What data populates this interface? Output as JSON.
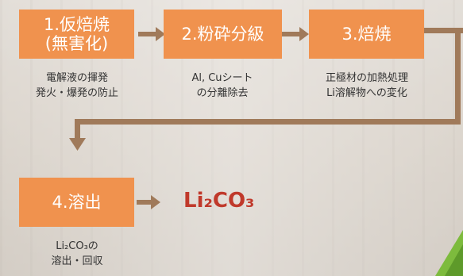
{
  "steps": [
    {
      "line1": "1.仮焙焼",
      "line2": "(無害化)",
      "caption": [
        "電解液の揮発",
        "発火・爆発の防止"
      ]
    },
    {
      "line1": "2.粉砕分級",
      "line2": "",
      "caption": [
        "Al, Cuシート",
        "の分離除去"
      ]
    },
    {
      "line1": "3.焙焼",
      "line2": "",
      "caption": [
        "正極材の加熱処理",
        "Li溶解物への変化"
      ]
    },
    {
      "line1": "4.溶出",
      "line2": "",
      "caption": [
        "Li₂CO₃の",
        "溶出・回収"
      ]
    }
  ],
  "result": {
    "label": "Li₂CO₃"
  },
  "colors": {
    "step_box": "#f0924e",
    "arrow": "#a07a5a",
    "result_text": "#c0392b"
  }
}
